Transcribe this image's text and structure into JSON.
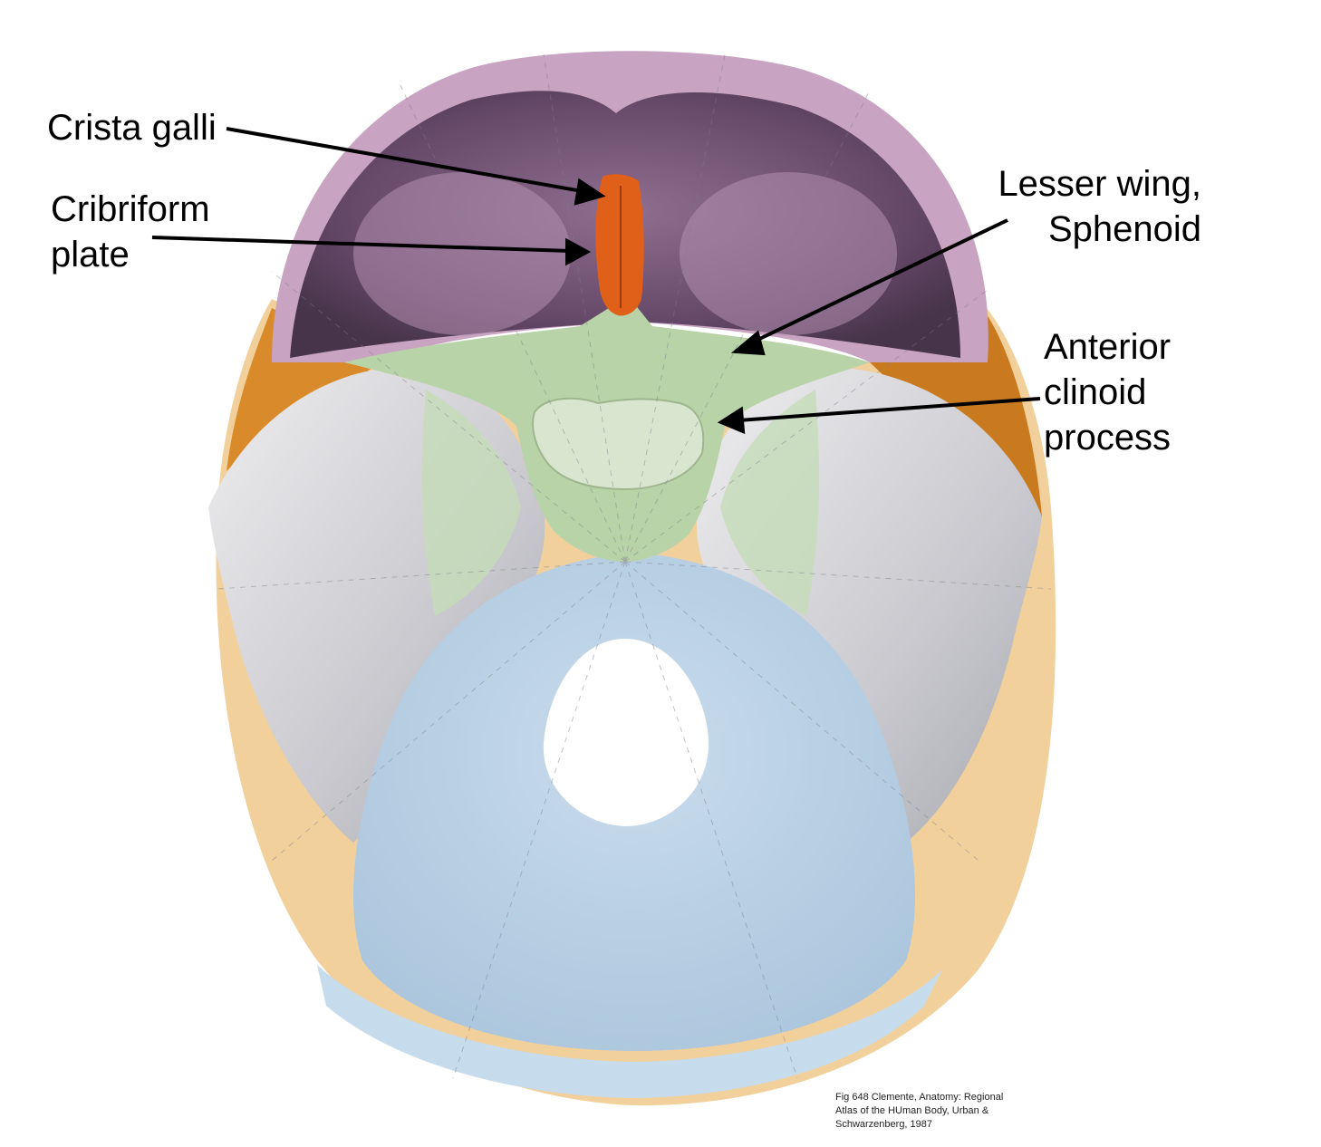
{
  "labels": {
    "crista_galli": "Crista galli",
    "cribriform_line1": "Cribriform",
    "cribriform_line2": "plate",
    "lesser_wing_line1": "Lesser wing,",
    "lesser_wing_line2": "Sphenoid",
    "anterior_line1": "Anterior",
    "anterior_line2": "clinoid",
    "anterior_line3": "process"
  },
  "citation": {
    "line1": "Fig 648 Clemente, Anatomy: Regional",
    "line2": "Atlas of the HUman Body, Urban &",
    "line3": "Schwarzenberg, 1987"
  },
  "colors": {
    "frontal": "#b98fb0",
    "frontal_dark": "#5b3a5e",
    "ethmoid": "#e0601a",
    "sphenoid": "#b9d3a8",
    "temporal": "#d9d9de",
    "occipital": "#b7d0e6",
    "parietal": "#f1d09c",
    "parietal_dark": "#d98a2a"
  }
}
